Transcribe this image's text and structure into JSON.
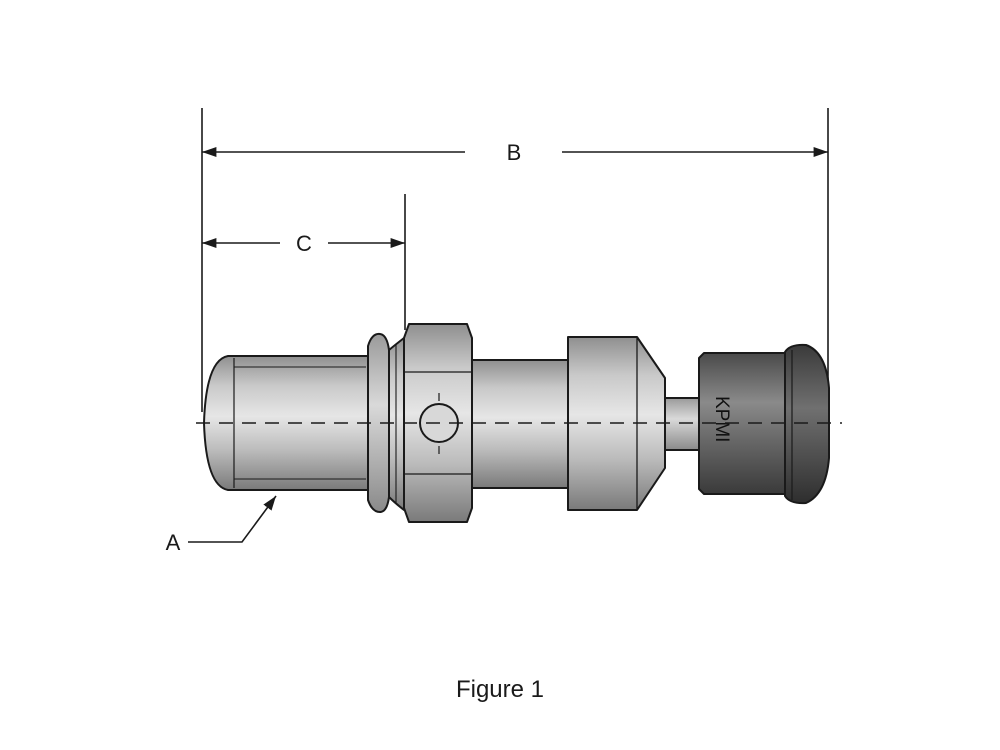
{
  "labels": {
    "b": "B",
    "c": "C",
    "a": "A"
  },
  "brand_text": "KPMI",
  "caption": "Figure 1",
  "colors": {
    "metal_light": "#d6d6d6",
    "metal_mid": "#a9a9a9",
    "metal_dark": "#6e6e6e",
    "knob_light": "#8a8a8a",
    "knob_dark": "#3f3f3f",
    "outline": "#1a1a1a"
  }
}
